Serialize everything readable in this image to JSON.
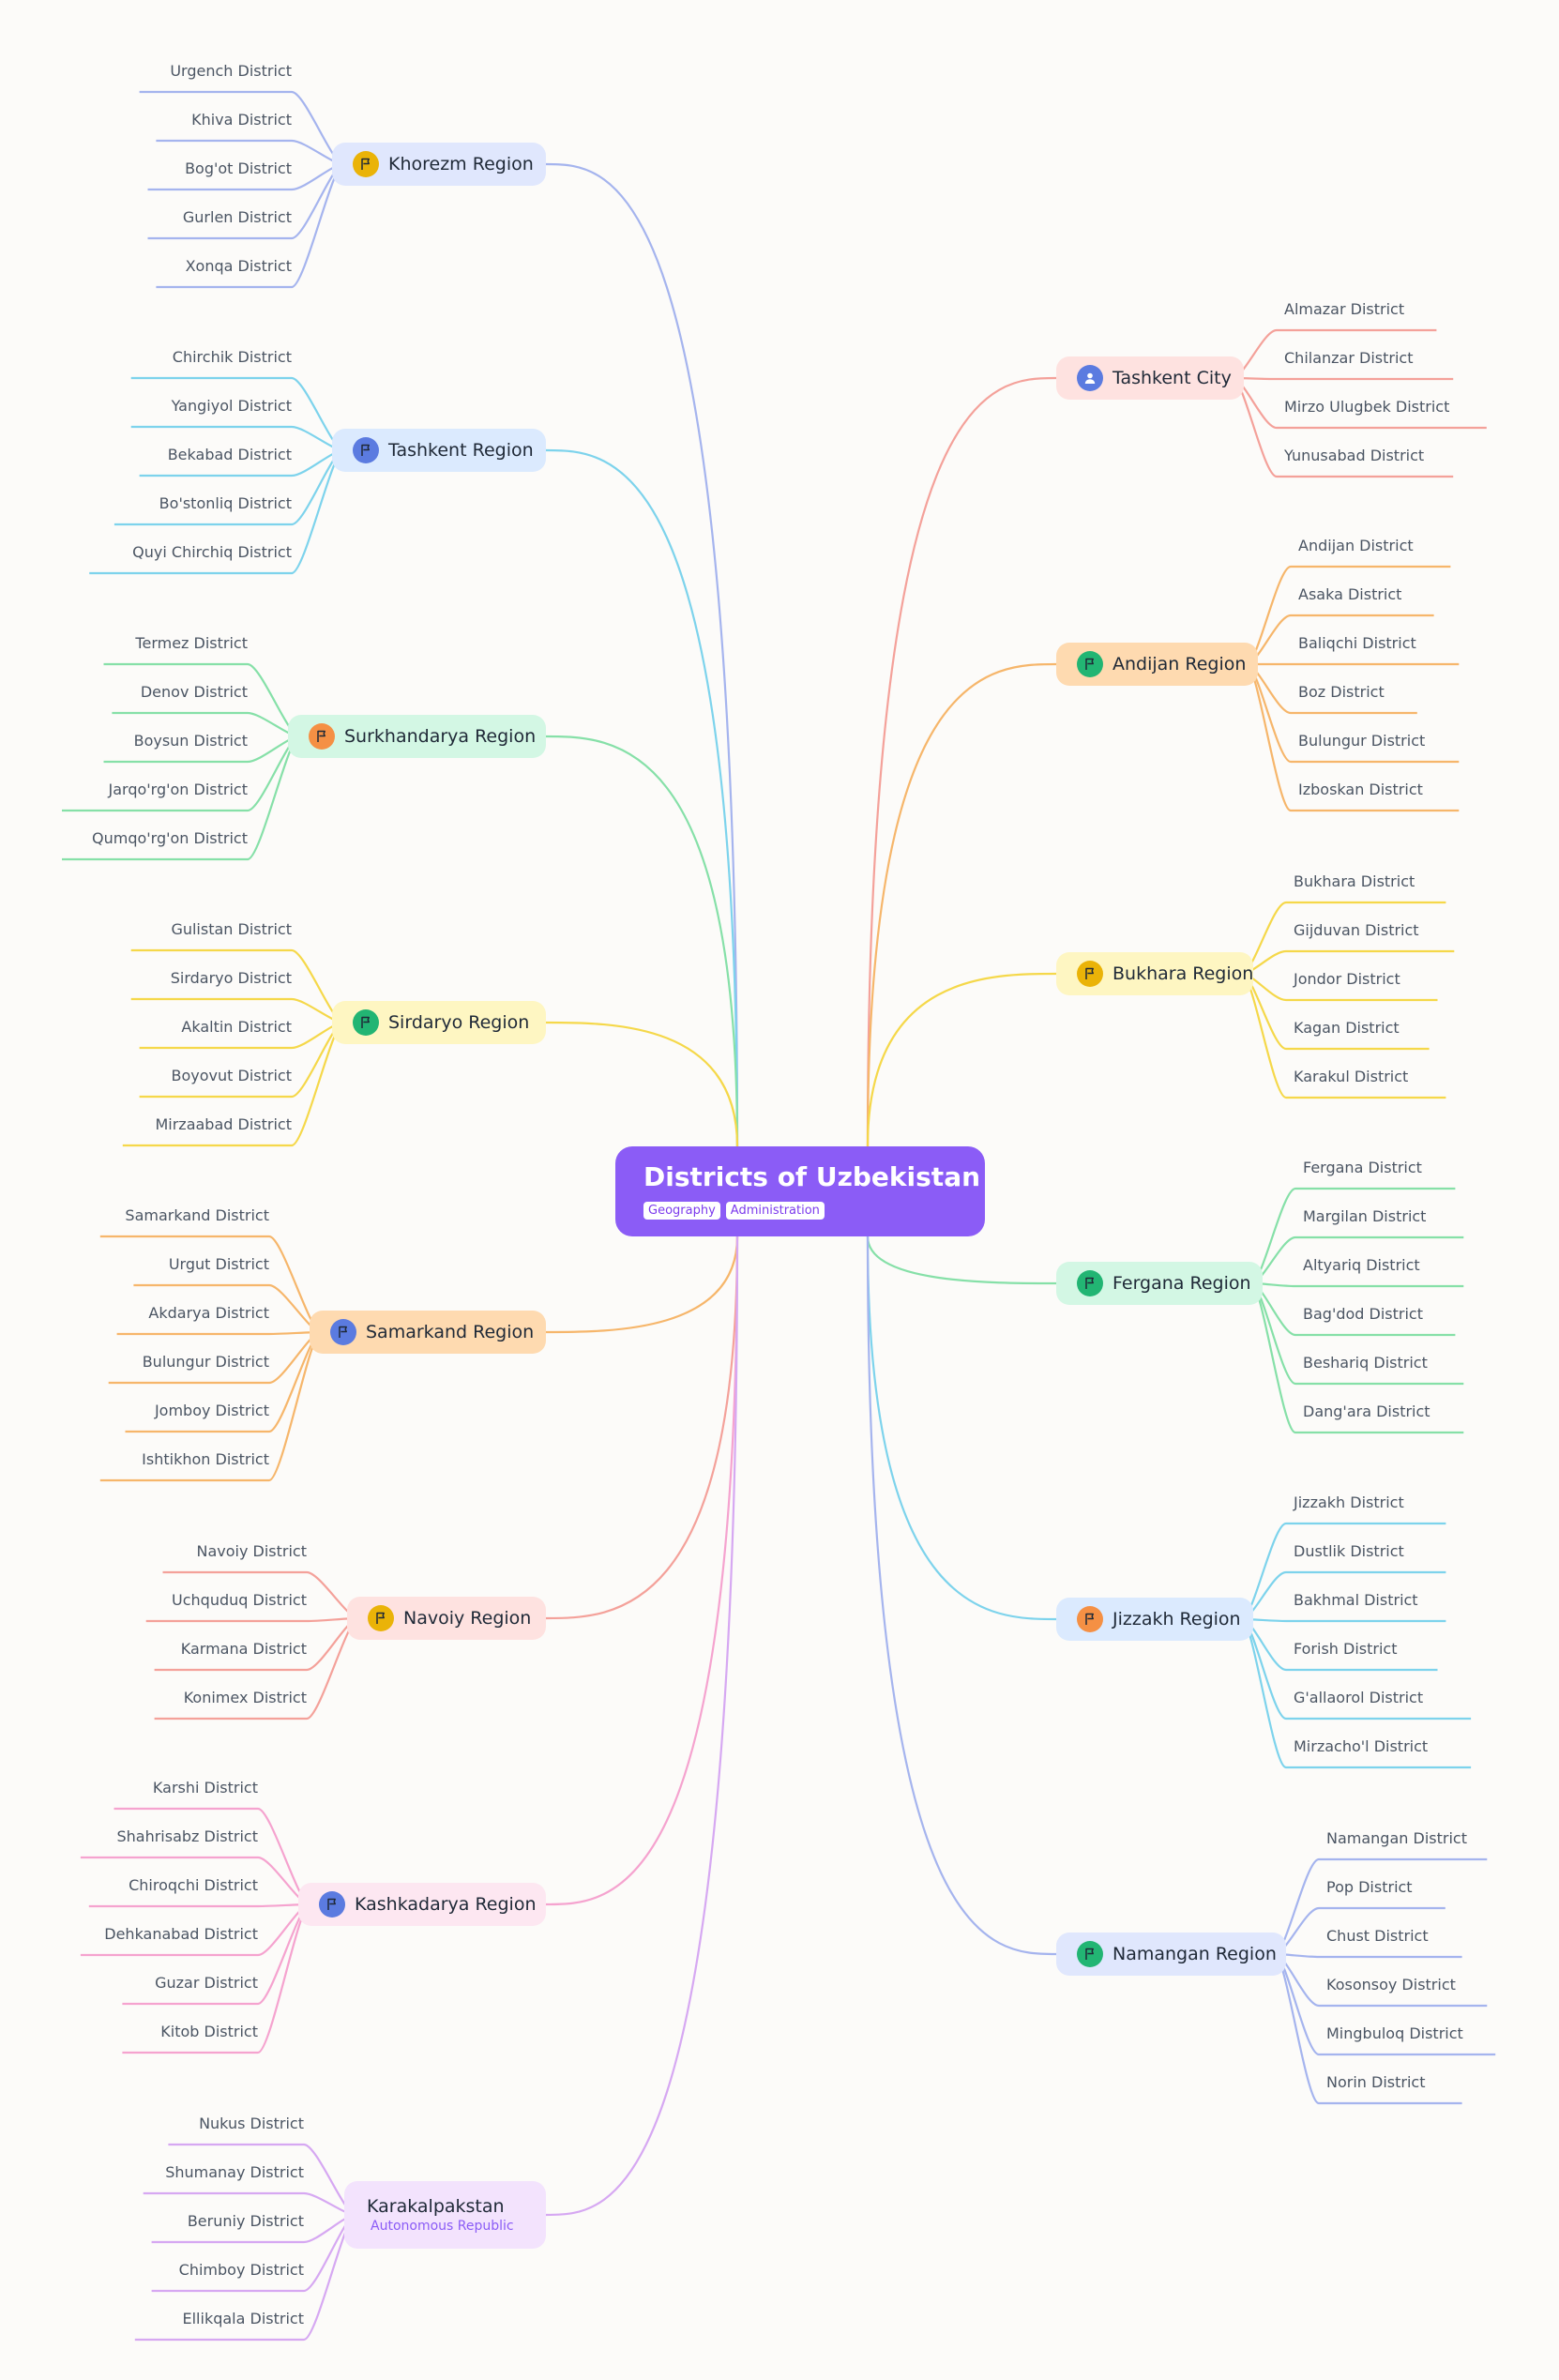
{
  "root": {
    "title": "Districts of Uzbekistan",
    "tags": [
      "Geography",
      "Administration"
    ]
  },
  "colors": {
    "root": "#8b5cf6",
    "red": "#f4a19a",
    "orange": "#f6b66b",
    "yellow": "#f5d84a",
    "green": "#86e0a8",
    "cyan": "#7dd3ec",
    "blue": "#a5b4ee",
    "pink": "#f5a3cf",
    "purple": "#d6a8f2"
  },
  "branches": [
    {
      "label": "Khorezm Region",
      "side": "left",
      "color": "#a5b4ee",
      "fill": "#e0e7fd",
      "icon": "flag-icon",
      "iconColor": "#eab308",
      "children": [
        "Urgench District",
        "Khiva District",
        "Bog'ot District",
        "Gurlen District",
        "Xonqa District"
      ]
    },
    {
      "label": "Tashkent Region",
      "side": "left",
      "color": "#7dd3ec",
      "fill": "#dbeafe",
      "icon": "flag-icon",
      "iconColor": "#5b7be0",
      "children": [
        "Chirchik District",
        "Yangiyol District",
        "Bekabad District",
        "Bo'stonliq District",
        "Quyi Chirchiq District"
      ]
    },
    {
      "label": "Surkhandarya Region",
      "side": "left",
      "color": "#86e0a8",
      "fill": "#d3f7e4",
      "icon": "flag-icon",
      "iconColor": "#f59044",
      "children": [
        "Termez District",
        "Denov District",
        "Boysun District",
        "Jarqo'rg'on District",
        "Qumqo'rg'on District"
      ]
    },
    {
      "label": "Sirdaryo Region",
      "side": "left",
      "color": "#f5d84a",
      "fill": "#fef6c2",
      "icon": "flag-icon",
      "iconColor": "#22b573",
      "children": [
        "Gulistan District",
        "Sirdaryo District",
        "Akaltin District",
        "Boyovut District",
        "Mirzaabad District"
      ]
    },
    {
      "label": "Samarkand Region",
      "side": "left",
      "color": "#f6b66b",
      "fill": "#fedab0",
      "icon": "flag-icon",
      "iconColor": "#5b7be0",
      "children": [
        "Samarkand District",
        "Urgut District",
        "Akdarya District",
        "Bulungur District",
        "Jomboy District",
        "Ishtikhon District"
      ]
    },
    {
      "label": "Navoiy Region",
      "side": "left",
      "color": "#f4a19a",
      "fill": "#fee2e0",
      "icon": "flag-icon",
      "iconColor": "#eab308",
      "children": [
        "Navoiy District",
        "Uchquduq District",
        "Karmana District",
        "Konimex District"
      ]
    },
    {
      "label": "Kashkadarya Region",
      "side": "left",
      "color": "#f5a3cf",
      "fill": "#fde7f1",
      "icon": "flag-icon",
      "iconColor": "#5b7be0",
      "children": [
        "Karshi District",
        "Shahrisabz District",
        "Chiroqchi District",
        "Dehkanabad District",
        "Guzar District",
        "Kitob District"
      ]
    },
    {
      "label": "Karakalpakstan",
      "sub": "Autonomous Republic",
      "side": "left",
      "color": "#d6a8f2",
      "fill": "#f3e3fd",
      "icon": "",
      "children": [
        "Nukus District",
        "Shumanay District",
        "Beruniy District",
        "Chimboy District",
        "Ellikqala District"
      ]
    },
    {
      "label": "Tashkent City",
      "side": "right",
      "color": "#f4a19a",
      "fill": "#fee2e0",
      "icon": "person-icon",
      "iconColor": "#5b7be0",
      "children": [
        "Almazar District",
        "Chilanzar District",
        "Mirzo Ulugbek District",
        "Yunusabad District"
      ]
    },
    {
      "label": "Andijan Region",
      "side": "right",
      "color": "#f6b66b",
      "fill": "#fedab0",
      "icon": "flag-icon",
      "iconColor": "#22b573",
      "children": [
        "Andijan District",
        "Asaka District",
        "Baliqchi District",
        "Boz District",
        "Bulungur District",
        "Izboskan District"
      ]
    },
    {
      "label": "Bukhara Region",
      "side": "right",
      "color": "#f5d84a",
      "fill": "#fef6c2",
      "icon": "flag-icon",
      "iconColor": "#eab308",
      "children": [
        "Bukhara District",
        "Gijduvan District",
        "Jondor District",
        "Kagan District",
        "Karakul District"
      ]
    },
    {
      "label": "Fergana Region",
      "side": "right",
      "color": "#86e0a8",
      "fill": "#d3f7e4",
      "icon": "flag-icon",
      "iconColor": "#22b573",
      "children": [
        "Fergana District",
        "Margilan District",
        "Altyariq District",
        "Bag'dod District",
        "Beshariq District",
        "Dang'ara District"
      ]
    },
    {
      "label": "Jizzakh Region",
      "side": "right",
      "color": "#7dd3ec",
      "fill": "#dbeafe",
      "icon": "flag-icon",
      "iconColor": "#f59044",
      "children": [
        "Jizzakh District",
        "Dustlik District",
        "Bakhmal District",
        "Forish District",
        "G'allaorol District",
        "Mirzacho'l District"
      ]
    },
    {
      "label": "Namangan Region",
      "side": "right",
      "color": "#a5b4ee",
      "fill": "#e0e7fd",
      "icon": "flag-icon",
      "iconColor": "#22b573",
      "children": [
        "Namangan District",
        "Pop District",
        "Chust District",
        "Kosonsoy District",
        "Mingbuloq District",
        "Norin District"
      ]
    }
  ]
}
